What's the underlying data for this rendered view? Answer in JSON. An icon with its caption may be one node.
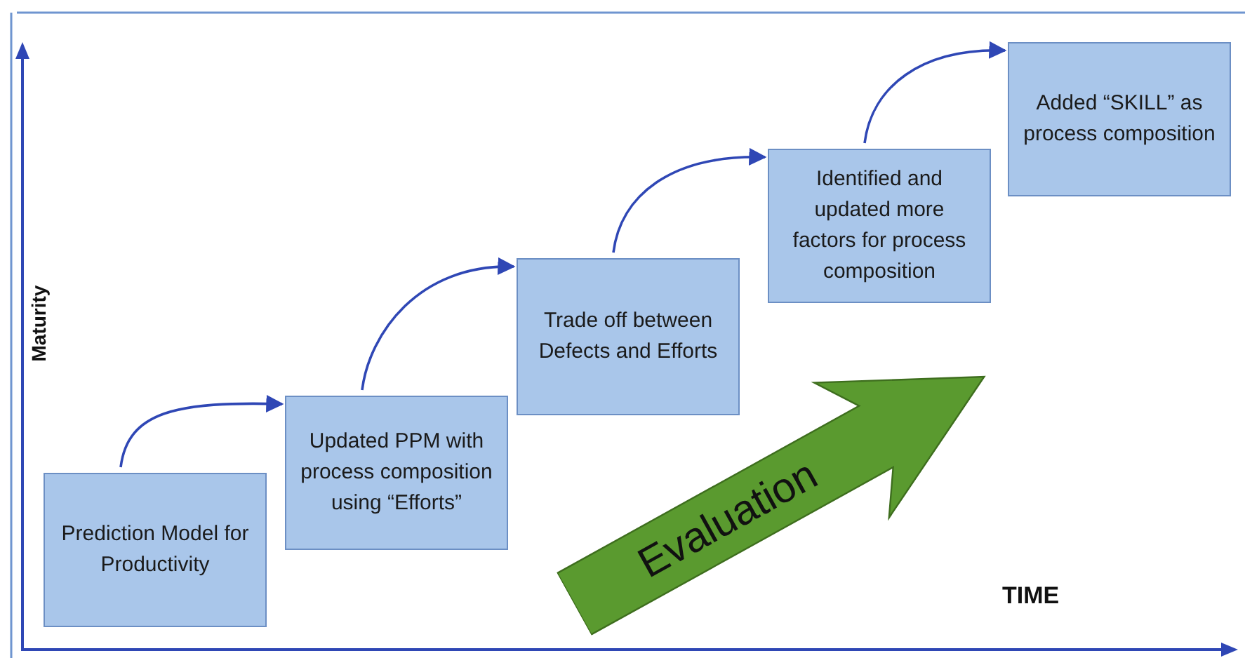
{
  "diagram": {
    "nodes": [
      {
        "text": [
          "Prediction Model for Productivity"
        ]
      },
      {
        "text": [
          "Updated PPM with process composition using “Efforts”"
        ]
      },
      {
        "text": [
          "Trade off between Defects and Efforts"
        ]
      },
      {
        "text": [
          "Identified and updated more factors for process composition"
        ]
      },
      {
        "text": [
          "Added “SKILL” as process composition"
        ]
      },
      {
        "text": [
          "Evaluation"
        ]
      }
    ],
    "edges": [
      {
        "from": 0,
        "to": 1,
        "arrow": "to"
      },
      {
        "from": 1,
        "to": 2,
        "arrow": "to"
      },
      {
        "from": 2,
        "to": 3,
        "arrow": "to"
      },
      {
        "from": 3,
        "to": 4,
        "arrow": "to"
      }
    ],
    "labels": [
      "Maturity",
      "TIME"
    ]
  }
}
